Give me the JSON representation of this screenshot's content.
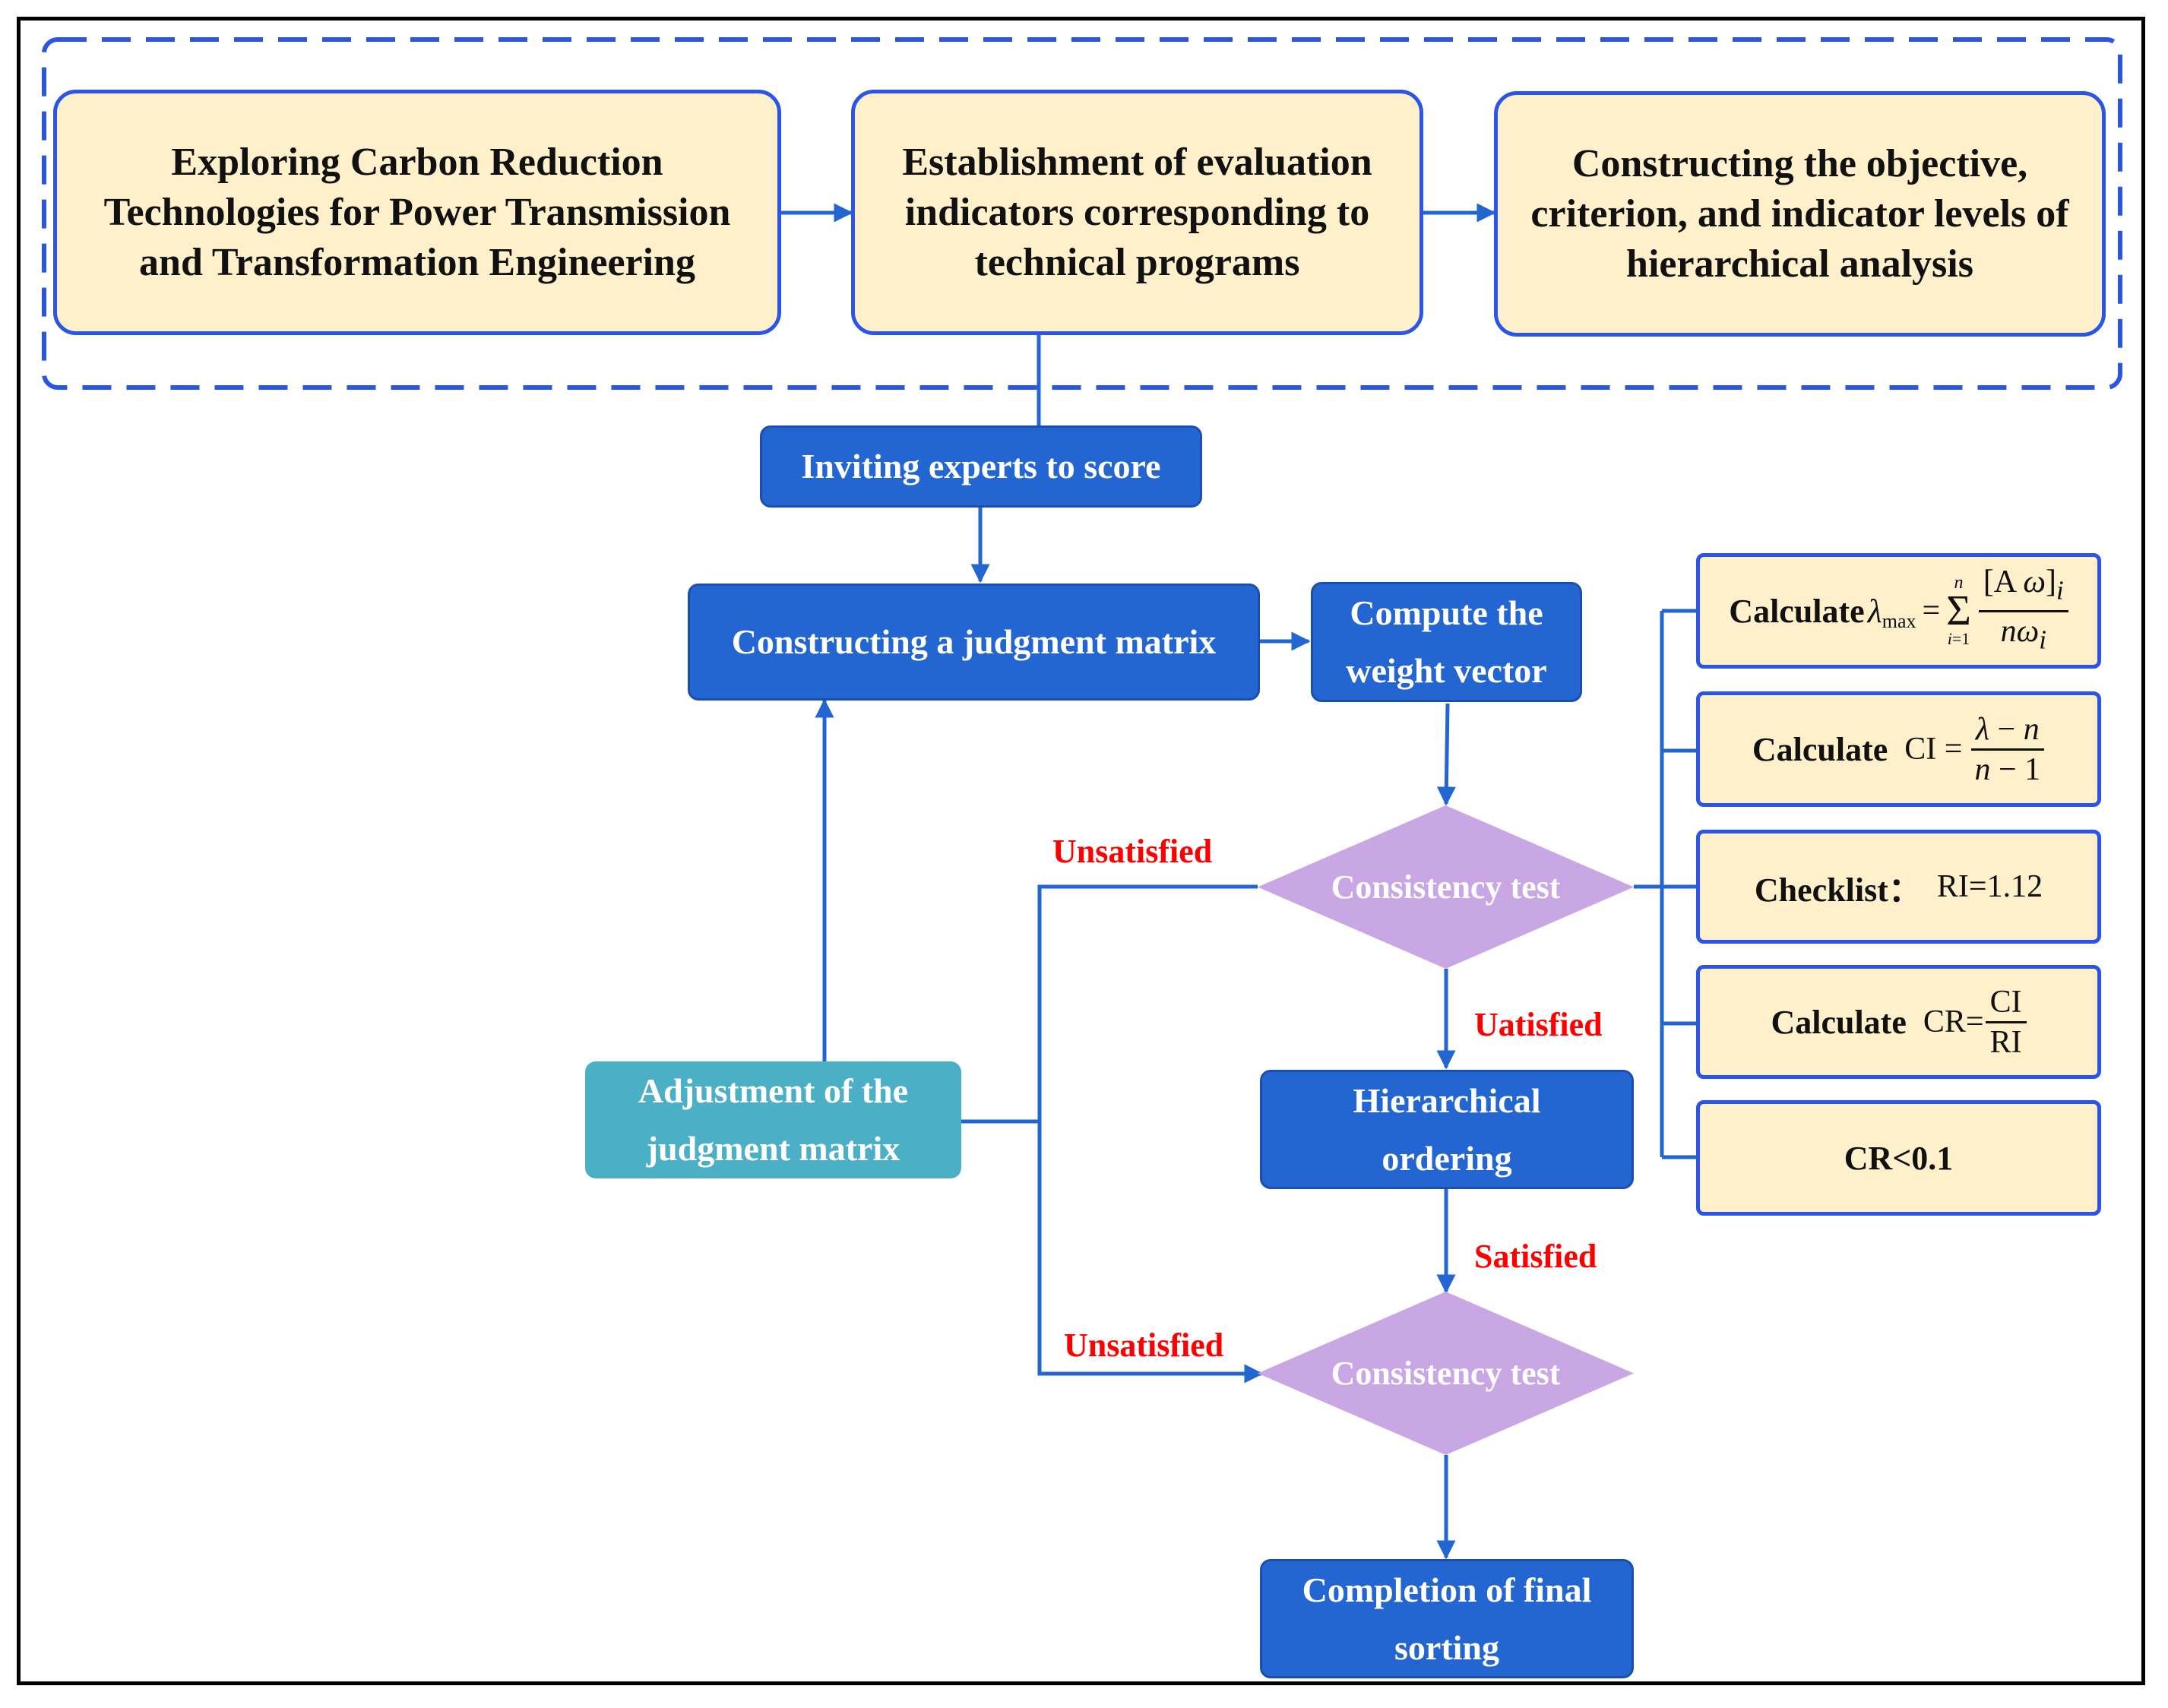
{
  "colors": {
    "box_border": "#2a55e5",
    "cream_fill": "#fdf0cb",
    "process_fill": "#2366d1",
    "adjust_fill": "#4bb0c6",
    "decision_fill": "#c9a7e4",
    "connector": "#2366d1",
    "label_red": "#ff0000"
  },
  "top_group": {
    "step1": "Exploring Carbon Reduction Technologies for Power Transmission and Transformation Engineering",
    "step2": "Establishment of evaluation indicators corresponding to technical programs",
    "step3": "Constructing the objective, criterion, and indicator levels of hierarchical analysis"
  },
  "flow": {
    "experts": "Inviting experts to score",
    "matrix": "Constructing a judgment matrix",
    "weight": "Compute the weight vector",
    "consistency1": "Consistency test",
    "ordering": "Hierarchical ordering",
    "consistency2": "Consistency test",
    "final": "Completion of final sorting",
    "adjust": "Adjustment of the judgment matrix"
  },
  "labels": {
    "unsatisfied1": "Unsatisfied",
    "uatisfied": "Uatisfied",
    "satisfied": "Satisfied",
    "unsatisfied2": "Unsatisfied"
  },
  "checks": {
    "lambda_label": "Calculate",
    "lambda_formula": "λmax = Σ(i=1..n) [Aω]i / nωi",
    "ci_label": "Calculate",
    "ci_formula": "CI = (λ − n)/(n − 1)",
    "ri_label": "Checklist：",
    "ri_value": "RI=1.12",
    "cr_label": "Calculate",
    "cr_formula": "CR = CI/RI",
    "cr_condition": "CR<0.1"
  }
}
